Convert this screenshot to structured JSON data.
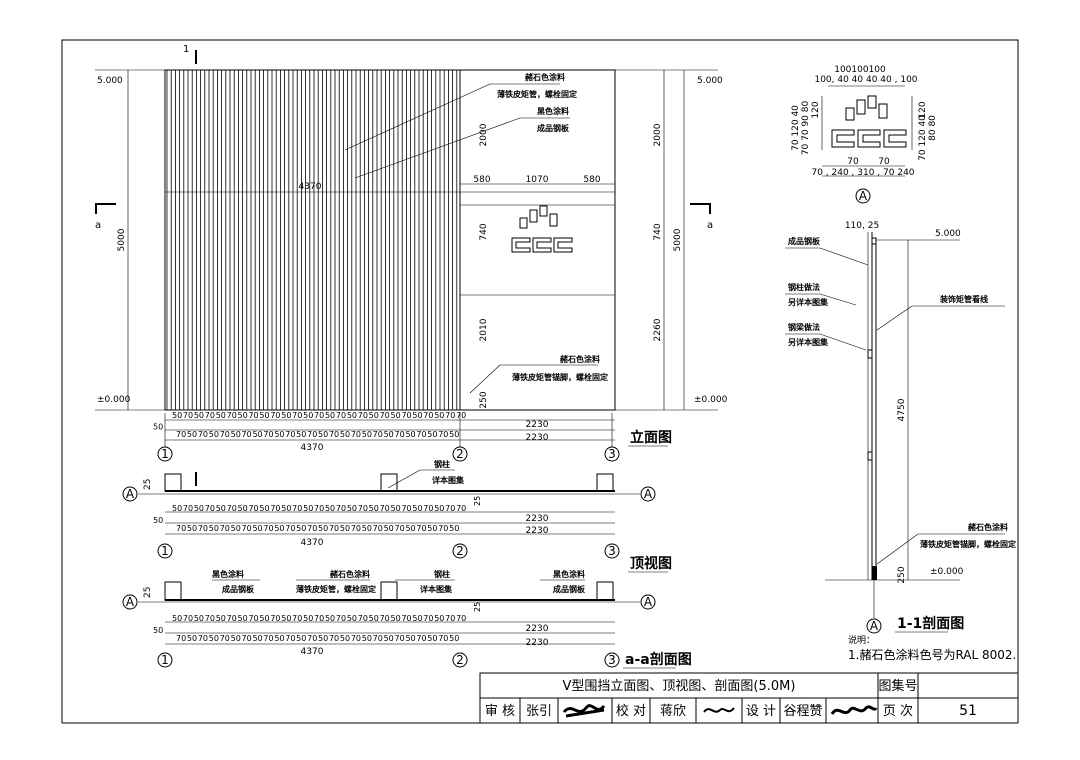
{
  "elevation": {
    "title": "立面图",
    "section_label_left": "a",
    "section_label_right": "a",
    "section_cut_mark": "1",
    "levels": {
      "top": "5.000",
      "base": "±0.000"
    },
    "overall_width": "4370",
    "dims_left_vertical": "5000",
    "dims_right_vertical": [
      "2000",
      "740",
      "2260",
      "5000",
      "2000",
      "740",
      "2010",
      "250"
    ],
    "dims_panel_horizontal": [
      "580",
      "1070",
      "580"
    ],
    "spacing_top_row": [
      "50",
      "70",
      "50",
      "70",
      "50",
      "70",
      "50",
      "70",
      "50",
      "70",
      "50",
      "70",
      "50",
      "70",
      "50",
      "70",
      "50",
      "70",
      "50",
      "70",
      "50",
      "70",
      "50",
      "70",
      "50",
      "70",
      "70"
    ],
    "spacing_bottom_row": [
      "70",
      "50",
      "70",
      "50",
      "70",
      "50",
      "70",
      "50",
      "70",
      "50",
      "70",
      "50",
      "70",
      "50",
      "70",
      "50",
      "70",
      "50",
      "70",
      "50",
      "70",
      "50",
      "70",
      "50",
      "70",
      "50"
    ],
    "row_start": "50",
    "dims_2230": [
      "2230",
      "2230"
    ],
    "callouts": {
      "top_1": "赭石色涂料",
      "top_2": "薄铁皮矩管，螺栓固定",
      "mid_1": "黑色涂料",
      "mid_2": "成品钢板",
      "bot_1": "赭石色涂料",
      "bot_2": "薄铁皮矩管锚脚，螺栓固定"
    },
    "axis_labels": [
      "1",
      "2",
      "3"
    ]
  },
  "top_view": {
    "title": "顶视图",
    "axis_label": "A",
    "overall_width": "4370",
    "dim_25": "25",
    "callout_1": "钢柱",
    "callout_2": "详本图集",
    "dims_2230": [
      "2230",
      "2230"
    ],
    "axis_labels": [
      "1",
      "2",
      "3"
    ]
  },
  "section_aa": {
    "title": "a-a剖面图",
    "axis_label": "A",
    "overall_width": "4370",
    "dim_25": "25",
    "callouts": [
      {
        "l1": "黑色涂料",
        "l2": "成品钢板"
      },
      {
        "l1": "赭石色涂料",
        "l2": "薄铁皮矩管，螺栓固定"
      },
      {
        "l1": "钢柱",
        "l2": "详本图集"
      },
      {
        "l1": "黑色涂料",
        "l2": "成品钢板"
      }
    ],
    "dims_2230": [
      "2230",
      "2230"
    ],
    "axis_labels": [
      "1",
      "2",
      "3"
    ]
  },
  "logo_detail": {
    "dims_top": "100100100",
    "dims_top2": "100, 40 40 40 40 , 100",
    "dims_left": "70 120 40",
    "dims_left2": "70 70 90 80",
    "dims_right": "120",
    "dims_right2": "80 80",
    "dims_bottom1": "70",
    "dims_bottom2": "70",
    "dims_bottom3": "70 , 240 , 310 , 70 240",
    "label": "A"
  },
  "section_11": {
    "title": "1-1剖面图",
    "dims_top": "110, 25",
    "level_top": "5.000",
    "level_base": "±0.000",
    "height": "4750",
    "dim_250": "250",
    "callouts": {
      "c1": "成品钢板",
      "c2a": "钢柱做法",
      "c2b": "另详本图集",
      "c3a": "钢梁做法",
      "c3b": "另详本图集",
      "c4": "装饰矩管看线",
      "c5a": "赭石色涂料",
      "c5b": "薄铁皮矩管锚脚，螺栓固定"
    },
    "axis_label": "A"
  },
  "notes": {
    "heading": "说明：",
    "line1": "1.赭石色涂料色号为RAL 8002."
  },
  "title_block": {
    "drawing_title": "V型围挡立面图、顶视图、剖面图(5.0M)",
    "atlas_label": "图集号",
    "atlas_value": "",
    "review_label": "审 核",
    "review_name": "张引",
    "check_label": "校 对",
    "check_name": "蒋欣",
    "design_label": "设 计",
    "design_name": "谷程赞",
    "page_label": "页 次",
    "page_value": "51"
  }
}
